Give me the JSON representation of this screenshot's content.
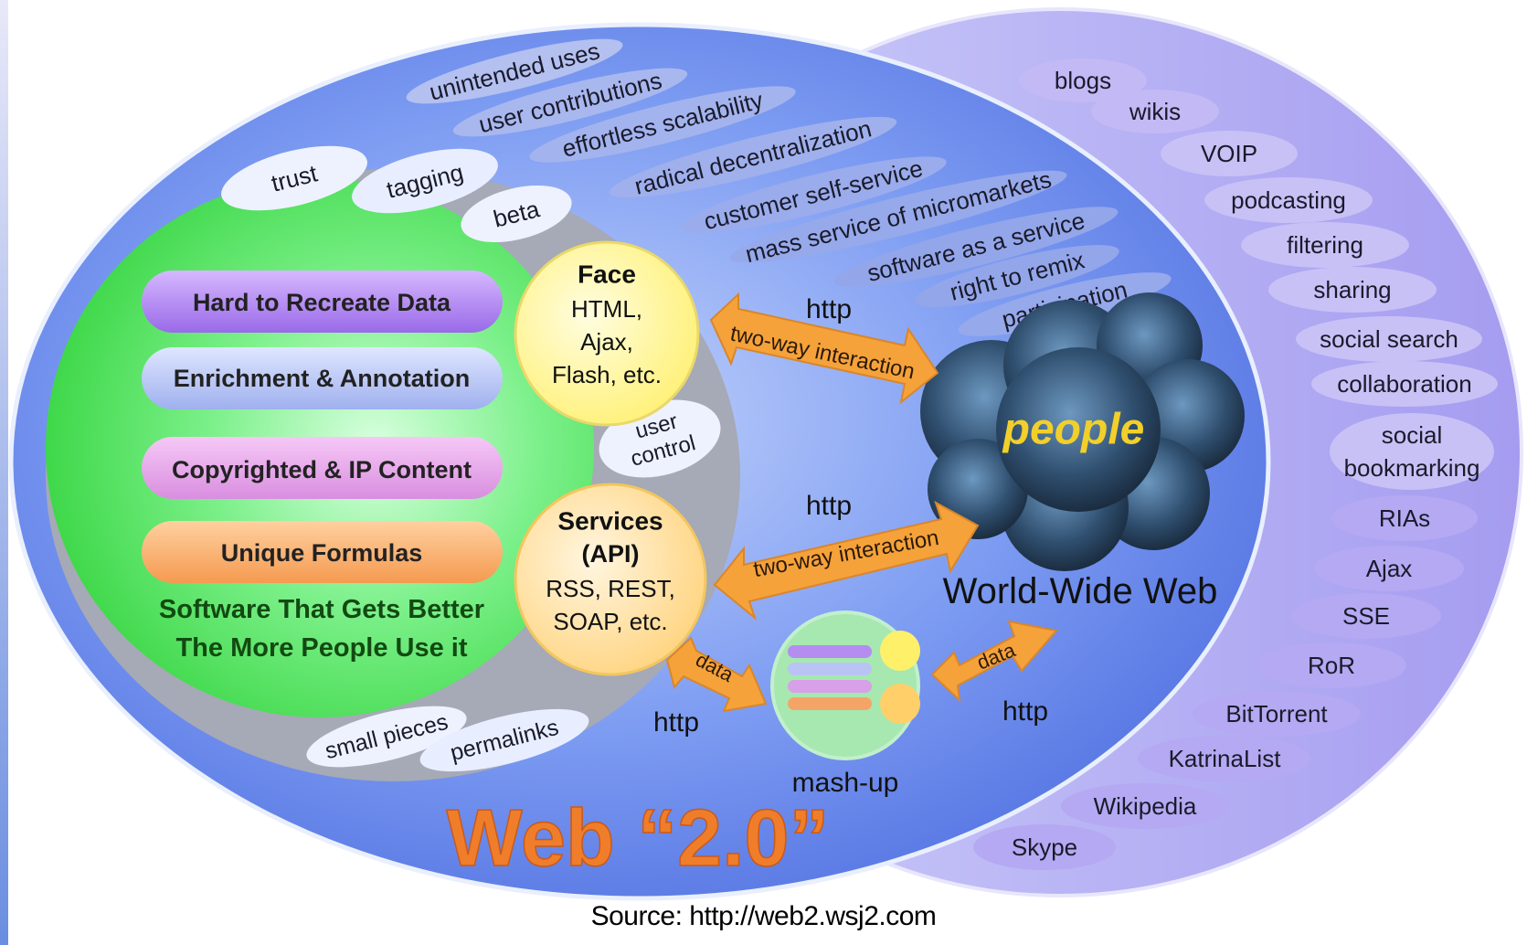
{
  "diagram": {
    "title": "Web “2.0”",
    "outer_keywords": [
      "unintended uses",
      "user contributions",
      "effortless scalability",
      "radical decentralization",
      "customer self-service",
      "mass service of micromarkets",
      "software as a service",
      "right to remix",
      "participation",
      "trust",
      "tagging",
      "beta"
    ],
    "core_items": [
      "Hard to Recreate Data",
      "Enrichment & Annotation",
      "Copyrighted & IP Content",
      "Unique Formulas"
    ],
    "core_caption": [
      "Software That Gets Better",
      "The More People Use it"
    ],
    "face": {
      "title": "Face",
      "lines": [
        "HTML,",
        "Ajax,",
        "Flash, etc."
      ]
    },
    "services": {
      "title": "Services",
      "lines": [
        "(API)",
        "RSS, REST,",
        "SOAP, etc."
      ]
    },
    "user_control": [
      "user",
      "control"
    ],
    "http_label": "http",
    "two_way_label": "two-way interaction",
    "data_label": "data",
    "people_label": "people",
    "www_label": "World-Wide Web",
    "mashup_label": "mash-up",
    "bottom_pills": [
      "small pieces",
      "permalinks"
    ],
    "right_pills": [
      "blogs",
      "wikis",
      "VOIP",
      "podcasting",
      "filtering",
      "sharing",
      "social search",
      "collaboration",
      "social bookmarking",
      "RIAs",
      "Ajax",
      "SSE",
      "RoR",
      "BitTorrent",
      "KatrinaList",
      "Wikipedia",
      "Skype"
    ],
    "source_key": "Source",
    "source_url": ": http://web2.wsj2.com",
    "colors": {
      "outer_blue": "#6f8df0",
      "right_lavender": "#b8b0f4",
      "core_green": "#55e85a",
      "face_yellow": "#fff58a",
      "services_yellow": "#ffe08a",
      "arrow_orange": "#f6a23a",
      "title_orange": "#f07d2a",
      "people_text": "#f2cf2a",
      "cloud_dark": "#243a52"
    }
  }
}
